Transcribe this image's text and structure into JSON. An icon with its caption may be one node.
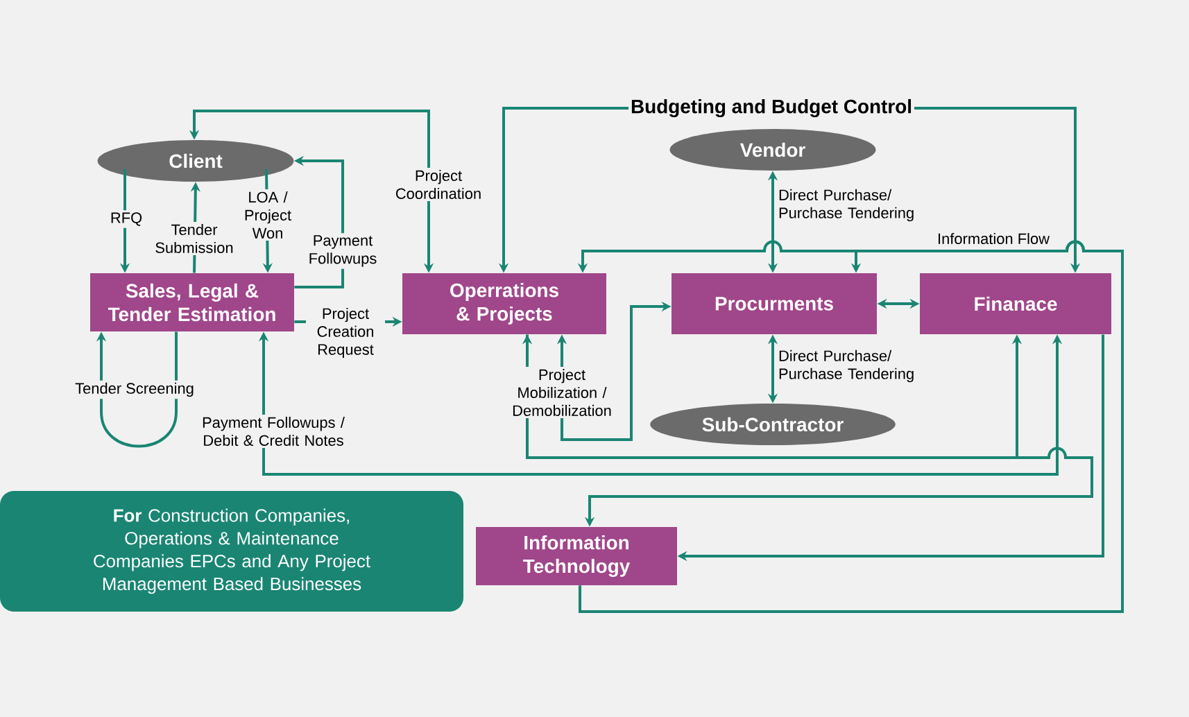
{
  "diagram": {
    "nodes": [
      {
        "text": [
          "Client"
        ]
      },
      {
        "text": [
          "Sales, Legal & Tender Estimation"
        ]
      },
      {
        "text": [
          "Operrations & Projects"
        ]
      },
      {
        "text": [
          "Procurments"
        ]
      },
      {
        "text": [
          "Finanace"
        ]
      },
      {
        "text": [
          "Vendor"
        ]
      },
      {
        "text": [
          "Sub-Contractor"
        ]
      },
      {
        "text": [
          "Information Technology"
        ]
      },
      {
        "text": [
          "**For** Construction Companies, Operations & Maintenance Companies EPCs and Any Project Management Based Businesses"
        ]
      }
    ],
    "edges": [
      {
        "from": 0,
        "to": 1,
        "arrow": "to",
        "label": "RFQ"
      },
      {
        "from": 1,
        "to": 0,
        "arrow": "to",
        "label": "Tender Submission"
      },
      {
        "from": 0,
        "to": 1,
        "arrow": "to",
        "label": "LOA / Project Won"
      },
      {
        "from": 1,
        "to": 0,
        "arrow": "to",
        "label": "Payment Followups"
      },
      {
        "from": 1,
        "to": 1,
        "arrow": "to",
        "label": "Tender Screening"
      },
      {
        "from": 1,
        "to": 2,
        "arrow": "to",
        "label": "Project Creation Request"
      },
      {
        "from": 2,
        "to": 0,
        "arrow": "both",
        "label": "Project Coordination"
      },
      {
        "from": 2,
        "to": 4,
        "arrow": "both",
        "label": "Budgeting and Budget Control"
      },
      {
        "from": 7,
        "to": 2,
        "arrow": "to",
        "label": "Information Flow"
      },
      {
        "from": 7,
        "to": 3,
        "arrow": "to"
      },
      {
        "from": 5,
        "to": 3,
        "arrow": "both",
        "label": "Direct Purchase/ Purchase Tendering"
      },
      {
        "from": 3,
        "to": 6,
        "arrow": "both",
        "label": "Direct Purchase/ Purchase Tendering"
      },
      {
        "from": 3,
        "to": 4,
        "arrow": "both"
      },
      {
        "from": 2,
        "to": 3,
        "arrow": "both",
        "label": "Project Mobilization / Demobilization"
      },
      {
        "from": 2,
        "to": 4,
        "arrow": "both"
      },
      {
        "from": 2,
        "to": 7,
        "arrow": "to"
      },
      {
        "from": 1,
        "to": 4,
        "arrow": "both",
        "label": "Payment Followups / Debit & Credit Notes"
      },
      {
        "from": 4,
        "to": 7,
        "arrow": "to"
      }
    ]
  }
}
